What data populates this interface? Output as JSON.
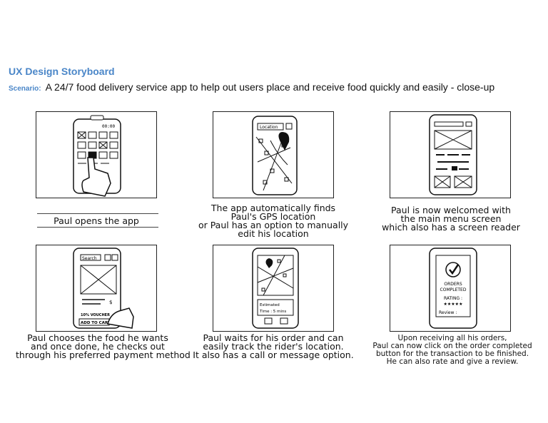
{
  "header": {
    "title": "UX Design Storyboard",
    "scenario_label": "Scenario:",
    "scenario_text": "A 24/7 food delivery service app to help out users place and receive food quickly and easily - close-up"
  },
  "panels": [
    {
      "caption": [
        "Paul opens the app"
      ],
      "sketch_text": [
        "00:00"
      ]
    },
    {
      "caption": [
        "The app automatically finds",
        "Paul's GPS location",
        "or Paul has an option to manually",
        "edit his location"
      ],
      "sketch_text": [
        "Location"
      ]
    },
    {
      "caption": [
        "Paul is now welcomed with",
        "the main menu screen",
        "which also has a screen reader"
      ],
      "sketch_text": []
    },
    {
      "caption": [
        "Paul chooses the food he wants",
        "and once done, he checks out",
        "through his preferred payment method"
      ],
      "sketch_text": [
        "Search",
        "$",
        "10% VOUCHER",
        "ADD TO CART"
      ]
    },
    {
      "caption": [
        "Paul waits for his order and can",
        "easily track the rider's location.",
        "It also has a call or message option."
      ],
      "sketch_text": [
        "Estimated",
        "Time : 5 mins"
      ]
    },
    {
      "caption": [
        "Upon receiving all his orders,",
        "Paul can now click on the order completed",
        "button for the transaction to be finished.",
        "He can also rate and give a review."
      ],
      "sketch_text": [
        "ORDERS",
        "COMPLETED",
        "RATING :",
        "★★★★★",
        "Review :"
      ]
    }
  ]
}
